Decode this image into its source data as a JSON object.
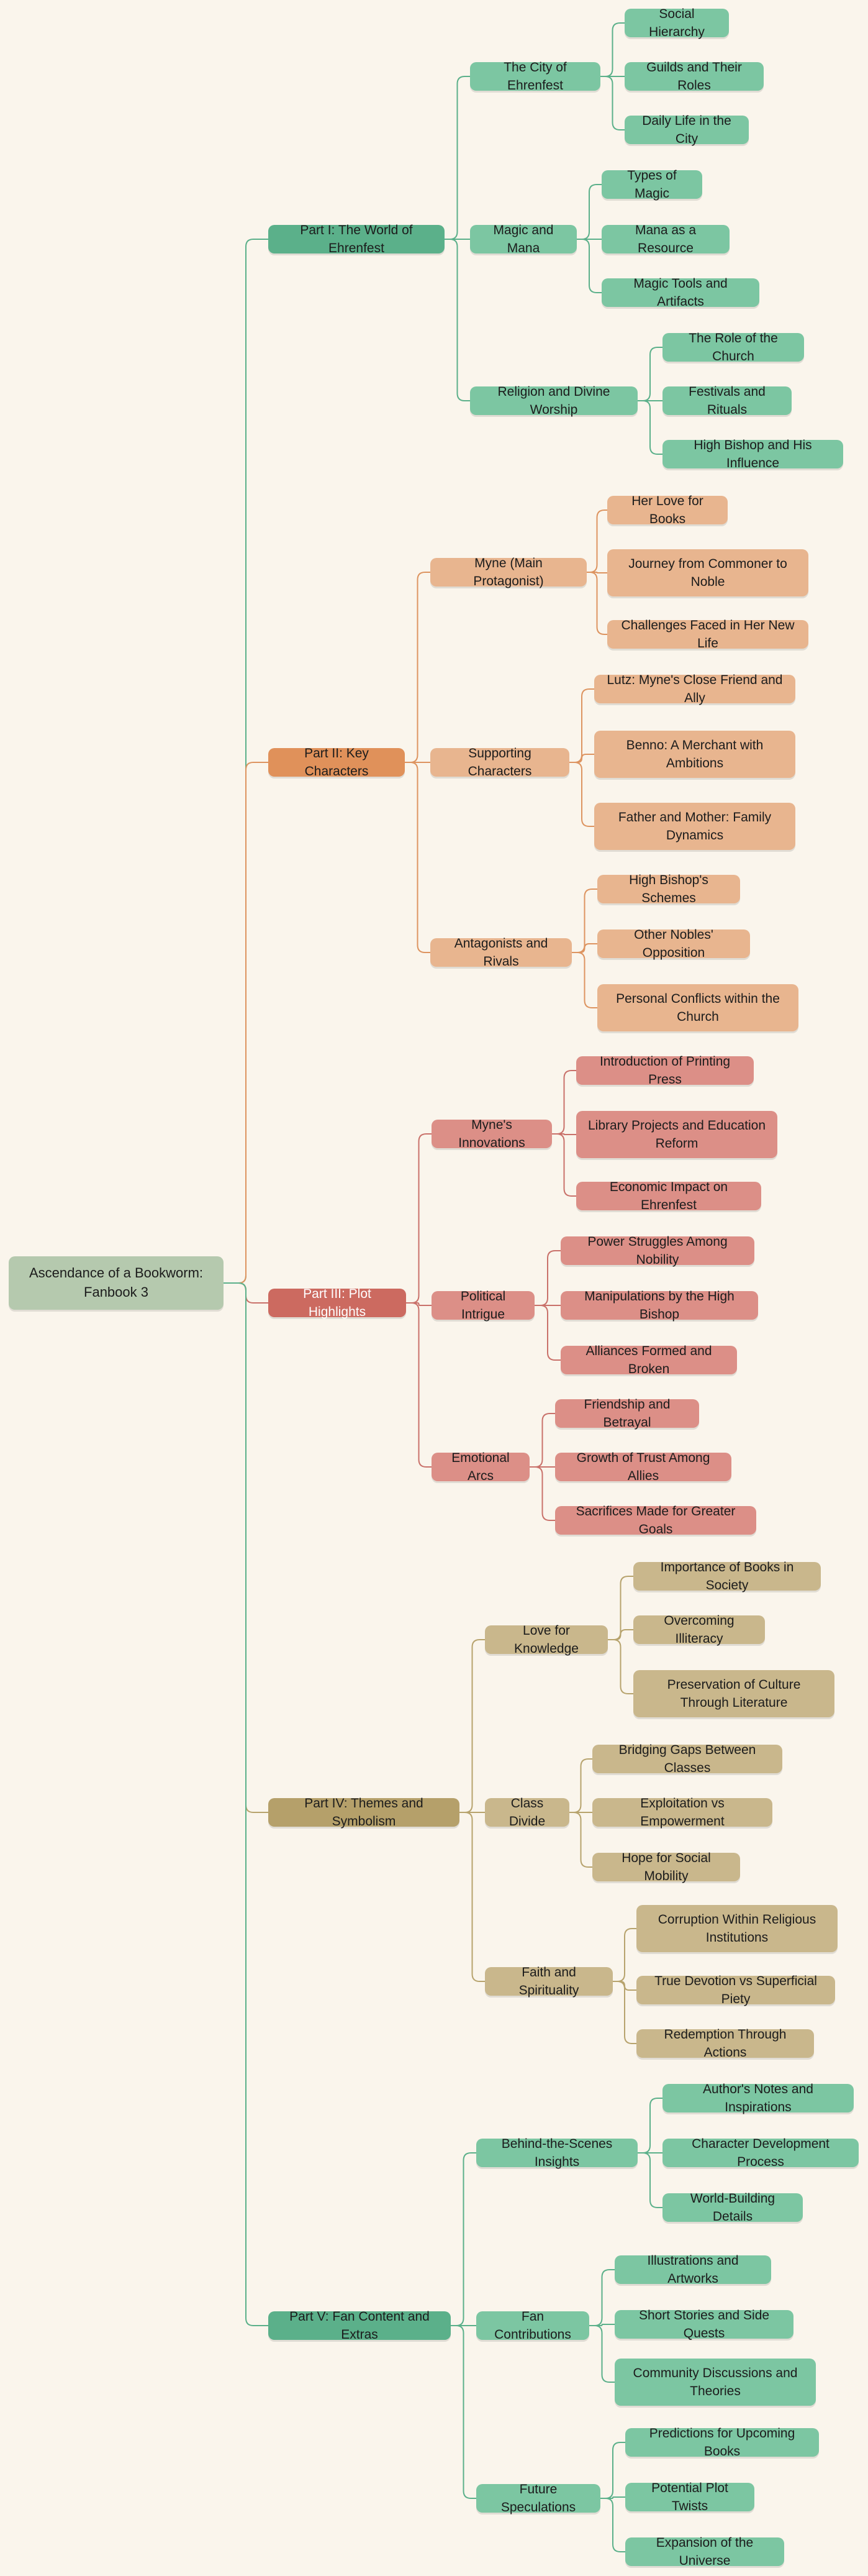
{
  "mindmap": {
    "root": "Ascendance of a Bookworm: Fanbook 3",
    "parts": [
      {
        "label": "Part I: The World of Ehrenfest",
        "colors": {
          "part": "#5bb08a",
          "sub": "#7cc6a2",
          "leaf": "#7cc6a2",
          "line": "#5bb08a"
        },
        "subs": [
          {
            "label": "The City of Ehrenfest",
            "leaves": [
              "Social Hierarchy",
              "Guilds and Their Roles",
              "Daily Life in the City"
            ]
          },
          {
            "label": "Magic and Mana",
            "leaves": [
              "Types of Magic",
              "Mana as a Resource",
              "Magic Tools and Artifacts"
            ]
          },
          {
            "label": "Religion and Divine Worship",
            "leaves": [
              "The Role of the Church",
              "Festivals and Rituals",
              "High Bishop and His Influence"
            ]
          }
        ]
      },
      {
        "label": "Part II: Key Characters",
        "colors": {
          "part": "#e0915a",
          "sub": "#e8b58f",
          "leaf": "#e8b58f",
          "line": "#dd9460"
        },
        "subs": [
          {
            "label": "Myne (Main Protagonist)",
            "leaves": [
              "Her Love for Books",
              "Journey from Commoner to Noble",
              "Challenges Faced in Her New Life"
            ]
          },
          {
            "label": "Supporting Characters",
            "leaves": [
              "Lutz: Myne's Close Friend and Ally",
              "Benno: A Merchant with Ambitions",
              "Father and Mother: Family Dynamics"
            ]
          },
          {
            "label": "Antagonists and Rivals",
            "leaves": [
              "High Bishop's Schemes",
              "Other Nobles' Opposition",
              "Personal Conflicts within the Church"
            ]
          }
        ]
      },
      {
        "label": "Part III: Plot Highlights",
        "colors": {
          "part": "#cc6a60",
          "sub": "#dc8f87",
          "leaf": "#dc8f87",
          "line": "#c9716a"
        },
        "subs": [
          {
            "label": "Myne's Innovations",
            "leaves": [
              "Introduction of Printing Press",
              "Library Projects and Education Reform",
              "Economic Impact on Ehrenfest"
            ]
          },
          {
            "label": "Political Intrigue",
            "leaves": [
              "Power Struggles Among Nobility",
              "Manipulations by the High Bishop",
              "Alliances Formed and Broken"
            ]
          },
          {
            "label": "Emotional Arcs",
            "leaves": [
              "Friendship and Betrayal",
              "Growth of Trust Among Allies",
              "Sacrifices Made for Greater Goals"
            ]
          }
        ]
      },
      {
        "label": "Part IV: Themes and Symbolism",
        "colors": {
          "part": "#b5a06a",
          "sub": "#c9b78c",
          "leaf": "#c9b78c",
          "line": "#b7a36d"
        },
        "subs": [
          {
            "label": "Love for Knowledge",
            "leaves": [
              "Importance of Books in Society",
              "Overcoming Illiteracy",
              "Preservation of Culture Through Literature"
            ]
          },
          {
            "label": "Class Divide",
            "leaves": [
              "Bridging Gaps Between Classes",
              "Exploitation vs Empowerment",
              "Hope for Social Mobility"
            ]
          },
          {
            "label": "Faith and Spirituality",
            "leaves": [
              "Corruption Within Religious Institutions",
              "True Devotion vs Superficial Piety",
              "Redemption Through Actions"
            ]
          }
        ]
      },
      {
        "label": "Part V: Fan Content and Extras",
        "colors": {
          "part": "#5bb08a",
          "sub": "#7cc6a2",
          "leaf": "#7cc6a2",
          "line": "#5bb08a"
        },
        "subs": [
          {
            "label": "Behind-the-Scenes Insights",
            "leaves": [
              "Author's Notes and Inspirations",
              "Character Development Process",
              "World-Building Details"
            ]
          },
          {
            "label": "Fan Contributions",
            "leaves": [
              "Illustrations and Artworks",
              "Short Stories and Side Quests",
              "Community Discussions and Theories"
            ]
          },
          {
            "label": "Future Speculations",
            "leaves": [
              "Predictions for Upcoming Books",
              "Potential Plot Twists",
              "Expansion of the Universe"
            ]
          }
        ]
      }
    ]
  }
}
